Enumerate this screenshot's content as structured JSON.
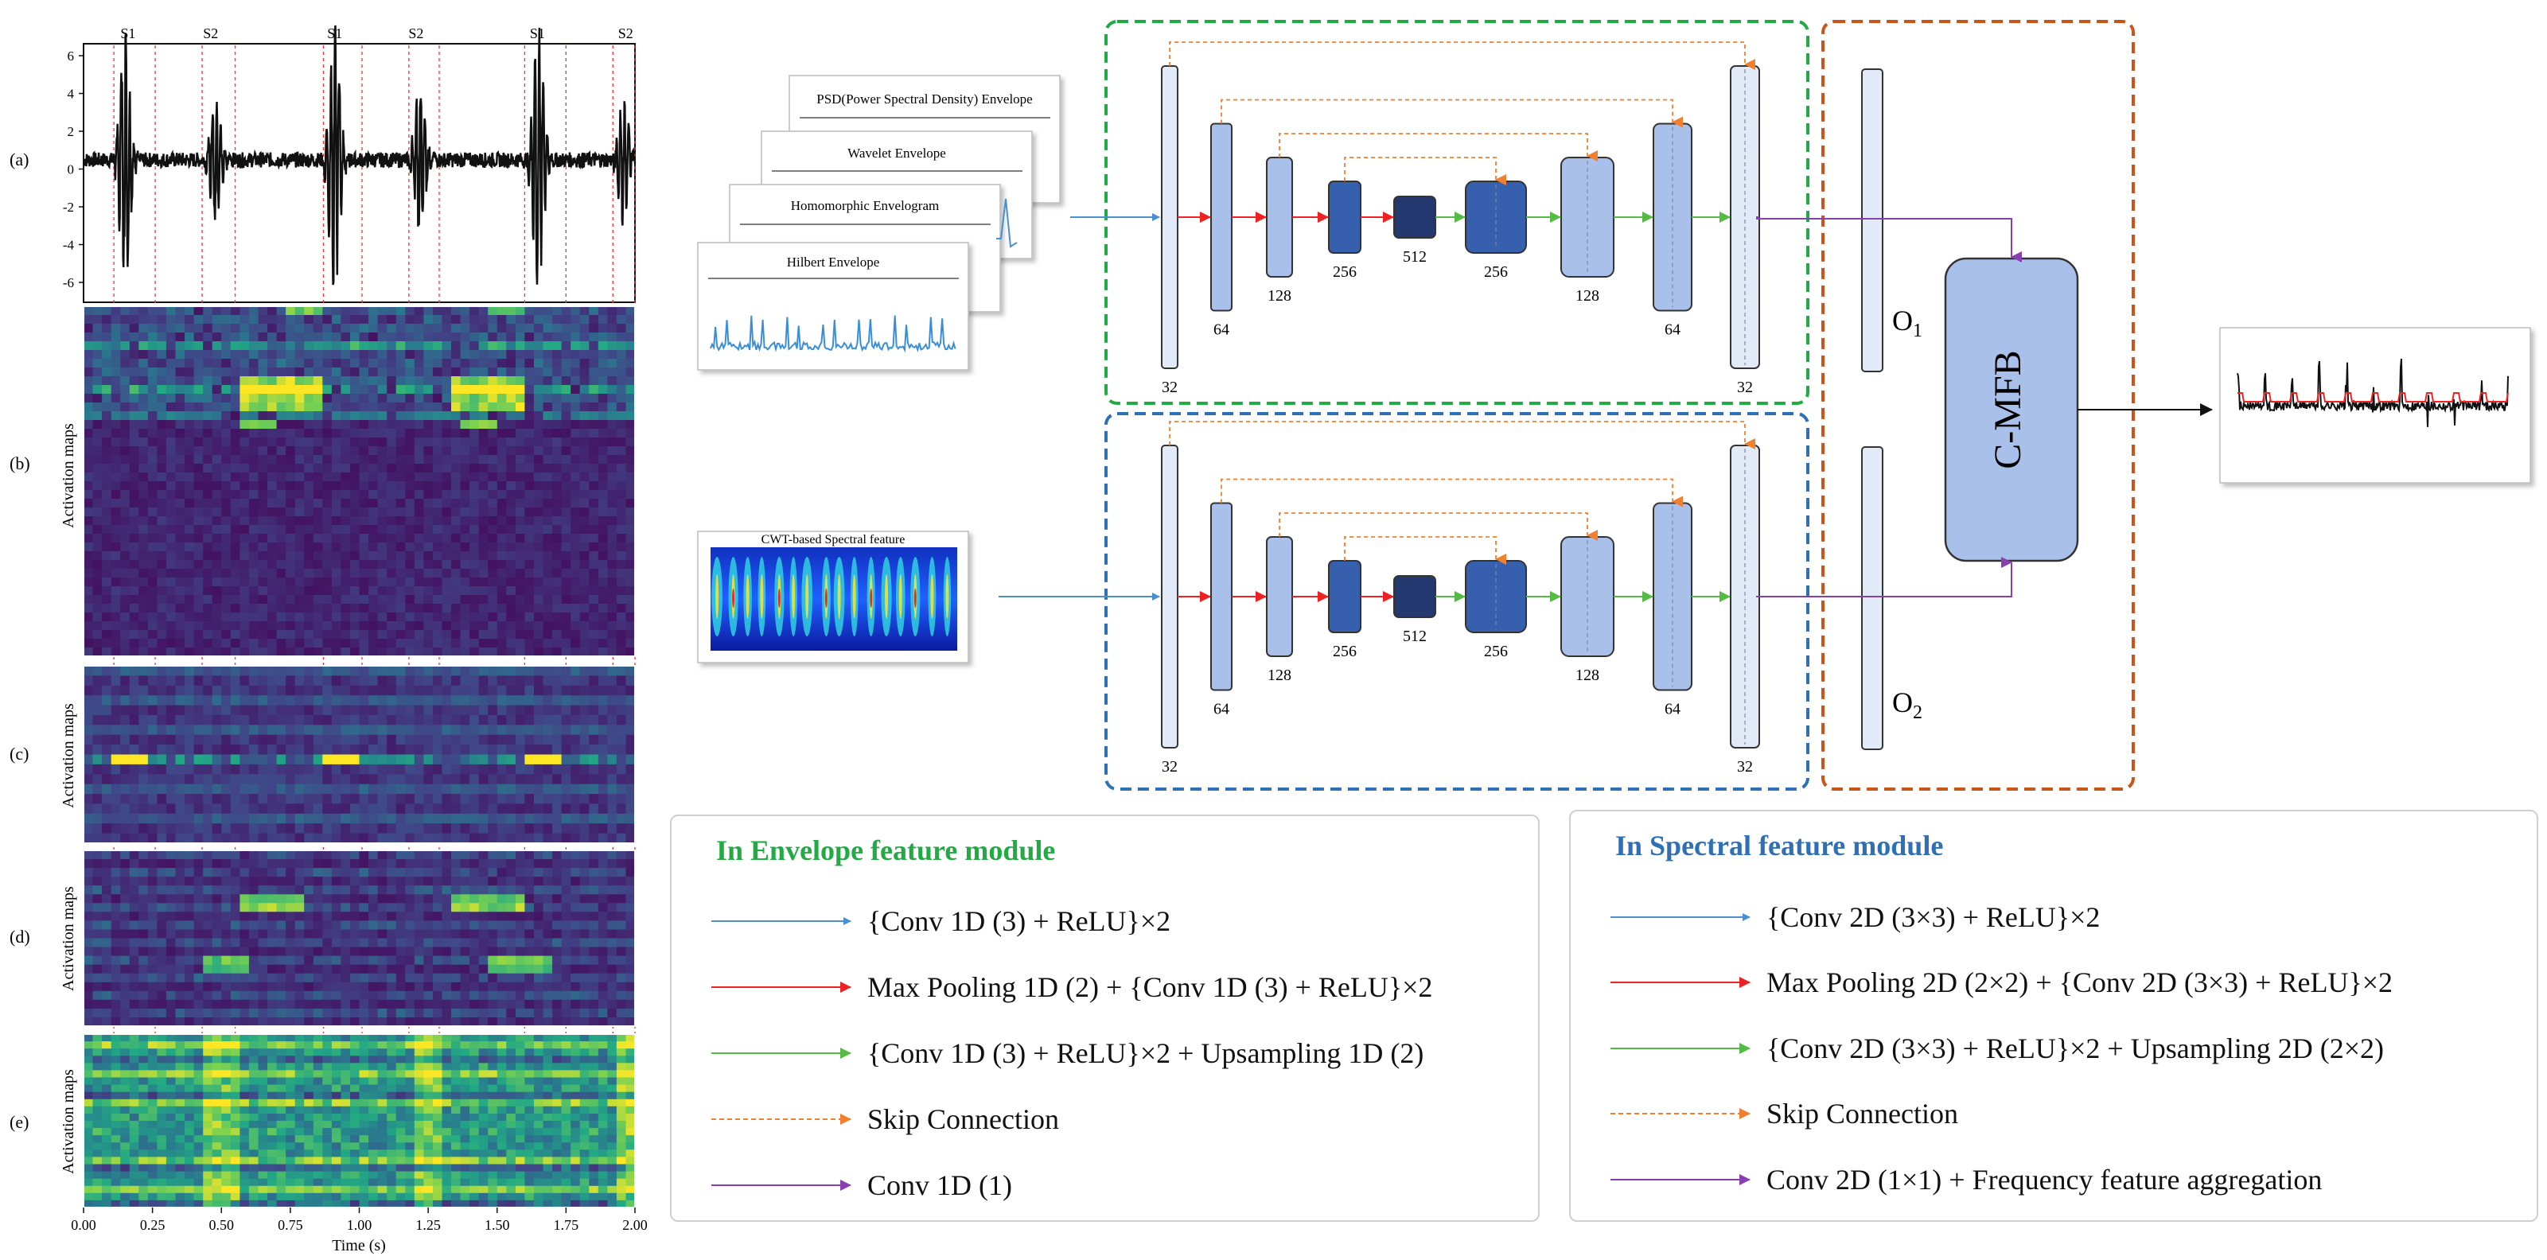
{
  "colors": {
    "envelope_frame": "#22aa44",
    "spectral_frame": "#2e6fb6",
    "fusion_frame": "#c8561a",
    "conv": "#4a8fd0",
    "maxpool": "#ee2222",
    "upsample": "#55bb44",
    "skip": "#f08030",
    "conv1": "#8a3fb0",
    "block_light": "#a9c1ea",
    "block_mid": "#365fae",
    "block_dark": "#22386e",
    "block_pale": "#e3eaf7"
  },
  "left_panel": {
    "panel_labels": [
      "(a)",
      "(b)",
      "(c)",
      "(d)",
      "(e)"
    ],
    "ylabel": "Activation maps",
    "xlabel": "Time (s)",
    "x_ticks": [
      "0.00",
      "0.25",
      "0.50",
      "0.75",
      "1.00",
      "1.25",
      "1.50",
      "1.75",
      "2.00"
    ],
    "y_ticks": [
      "6",
      "4",
      "2",
      "0",
      "-2",
      "-4",
      "-6"
    ],
    "sound_labels": [
      "S1",
      "S2",
      "S1",
      "S2",
      "S1",
      "S2"
    ]
  },
  "inputs": {
    "envelopes": [
      "PSD(Power Spectral Density) Envelope",
      "Wavelet Envelope",
      "Homomorphic Envelogram",
      "Hilbert Envelope"
    ],
    "spectral": "CWT-based Spectral feature"
  },
  "unet": {
    "channel_labels": [
      "32",
      "64",
      "128",
      "256",
      "512",
      "256",
      "128",
      "64",
      "32"
    ]
  },
  "fusion": {
    "o1": "O",
    "o1_sub": "1",
    "o2": "O",
    "o2_sub": "2",
    "block": "C-MFB"
  },
  "legend_envelope": {
    "title": "In Envelope feature module",
    "items": [
      "{Conv 1D (3) + ReLU}×2",
      "Max Pooling 1D (2) + {Conv 1D (3) + ReLU}×2",
      "{Conv 1D (3) + ReLU}×2 + Upsampling 1D (2)",
      "Skip Connection",
      "Conv 1D (1)"
    ]
  },
  "legend_spectral": {
    "title": "In Spectral feature module",
    "items": [
      "{Conv 2D (3×3) + ReLU}×2",
      "Max Pooling 2D (2×2) + {Conv 2D (3×3) + ReLU}×2",
      "{Conv 2D (3×3) + ReLU}×2 + Upsampling 2D (2×2)",
      "Skip Connection",
      "Conv 2D (1×1) + Frequency feature aggregation"
    ]
  }
}
